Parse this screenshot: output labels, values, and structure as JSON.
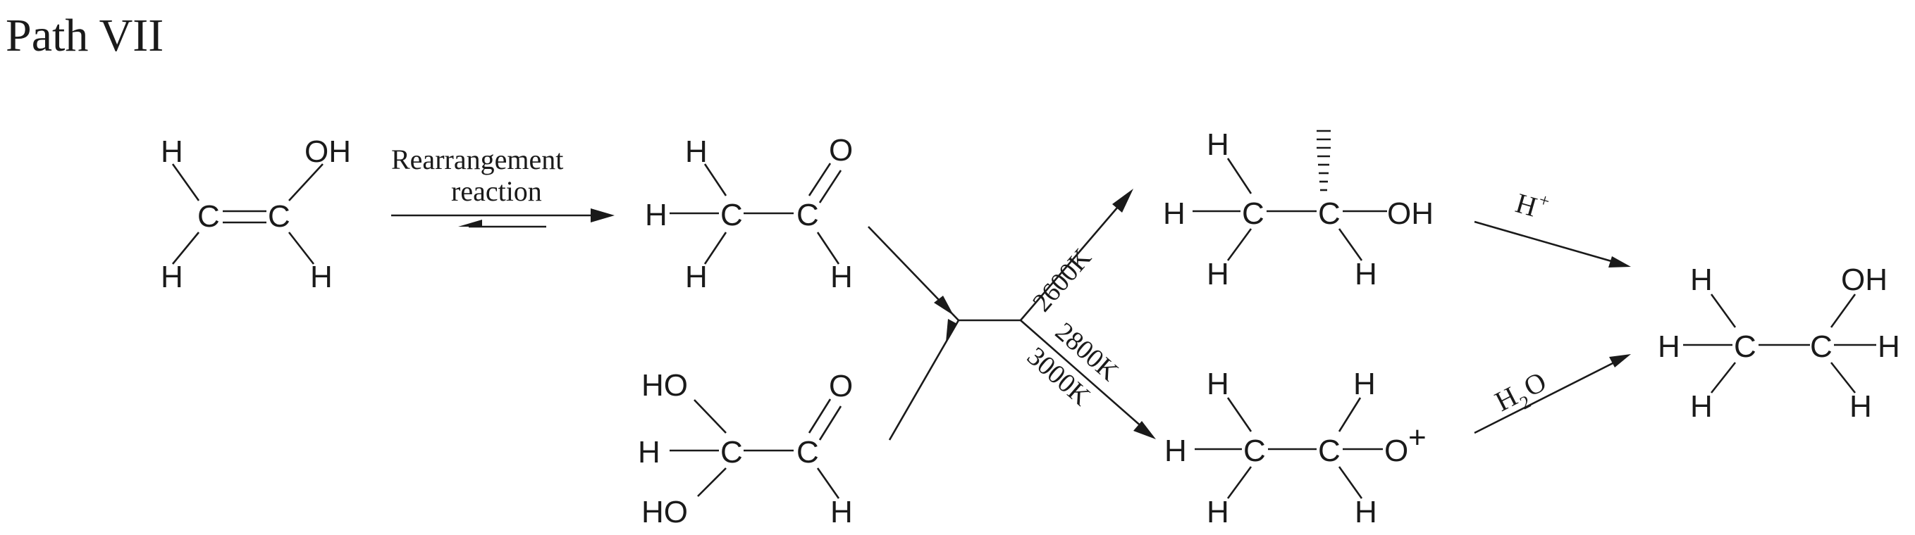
{
  "title": "Path VII",
  "atoms": {
    "H": "H",
    "C": "C",
    "O": "O",
    "OH": "OH",
    "HO": "HO",
    "plus": "+",
    "two": "2"
  },
  "conditions": {
    "rearrangement_line1": "Rearrangement",
    "rearrangement_line2": "reaction",
    "temp_upper": "2600K",
    "temp_mid": "2800K",
    "temp_lower": "3000K",
    "proton": "H",
    "water": "H",
    "water_O": "O"
  }
}
